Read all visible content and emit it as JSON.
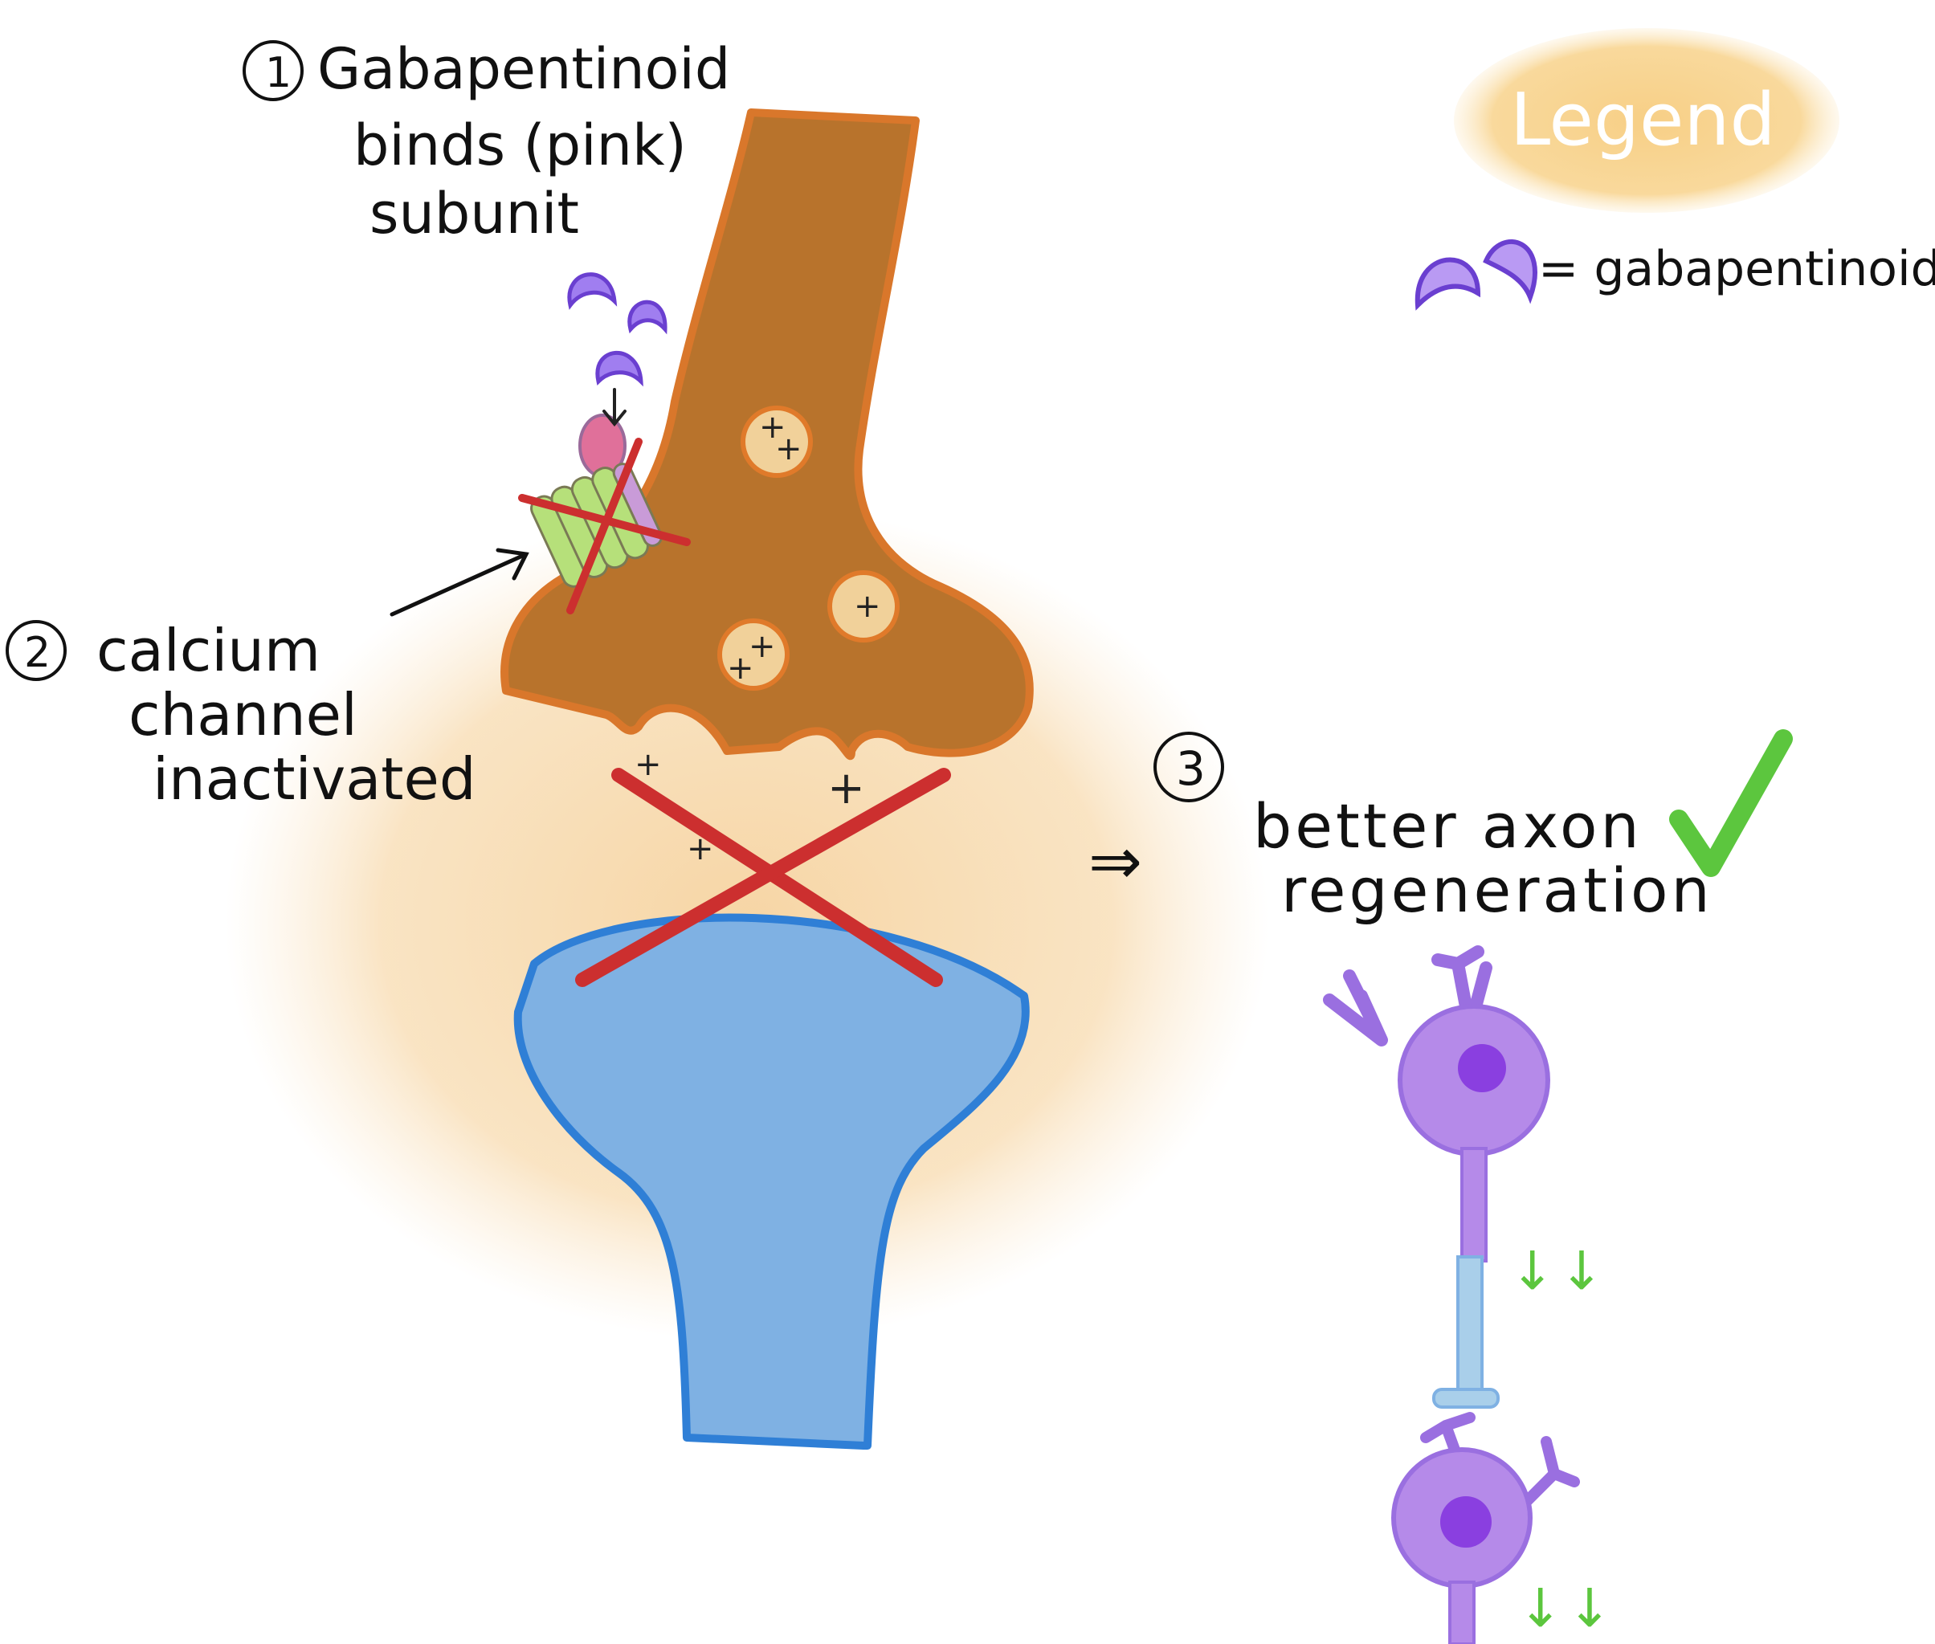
{
  "step1": {
    "number": "1",
    "line1": "Gabapentinoid",
    "line2": "binds (pink)",
    "line3": "subunit"
  },
  "step2": {
    "number": "2",
    "line1": "calcium",
    "line2": "channel",
    "line3": "inactivated"
  },
  "step3": {
    "number": "3",
    "arrow": "⇒",
    "line1": "better axon",
    "line2": "regeneration"
  },
  "legend": {
    "title": "Legend",
    "entry": "= gabapentinoid"
  },
  "vesicle_charge": "+",
  "cleft_charge": "+",
  "down_arrows": "↓↓",
  "colors": {
    "presynaptic": "#b8732c",
    "presynaptic_outline": "#d9772b",
    "postsynaptic": "#7fb1e3",
    "postsynaptic_outline": "#2f7fd6",
    "cleft_glow": "#f6d8a8",
    "legend_bubble": "#f7d38d",
    "gabapentinoid": "#a07ef0",
    "cross": "#cc2f2f",
    "check": "#5cc63e",
    "neuron": "#b58ae9",
    "nucleus": "#8a3fe0",
    "axon_blue": "#a9cfea",
    "channel_green": "#b6e07a",
    "subunit_pink": "#e0709a"
  }
}
